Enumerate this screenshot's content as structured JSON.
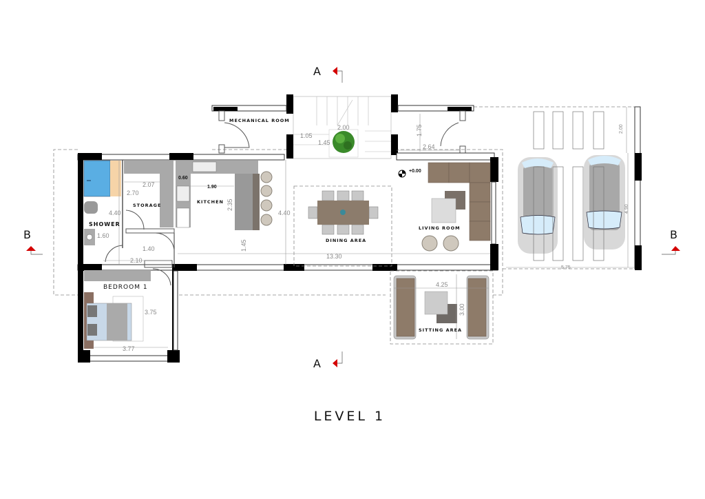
{
  "title": "LEVEL 1",
  "sections": {
    "a_top": "A",
    "a_bottom": "A",
    "b_left": "B",
    "b_right": "B"
  },
  "rooms": {
    "mechanical": "MECHANICAL ROOM",
    "storage": "STORAGE",
    "kitchen": "KITCHEN",
    "shower": "SHOWER",
    "bedroom": "BEDROOM 1",
    "dining": "DINING AREA",
    "living": "LIVING ROOM",
    "sitting": "SITTING AREA"
  },
  "level_mark": "+0.00",
  "dimensions": {
    "stair_w": "2.00",
    "stair_a": "1.05",
    "stair_b": "1.45",
    "entry_h": "1.75",
    "entry_w": "2.64",
    "storage_w": "2.07",
    "storage_h": "2.70",
    "counter": "0.60",
    "kitchen_w": "1.90",
    "kitchen_h": "2.35",
    "kitchen_gap": "1.45",
    "left_h": "4.40",
    "mid_h": "4.40",
    "shower_w": "1.60",
    "hall_w": "1.40",
    "hall_b": "2.10",
    "total_w": "13.30",
    "bed_h": "3.75",
    "bed_w": "3.77",
    "sit_w": "4.25",
    "sit_h": "3.00",
    "garage_top": "2.00",
    "garage_h": "4.90",
    "garage_w": "5.75"
  },
  "colors": {
    "section_marker": "#d40000",
    "water": "#5aaee3",
    "wood": "#8e7b69",
    "plant": "#3a8a2a"
  }
}
